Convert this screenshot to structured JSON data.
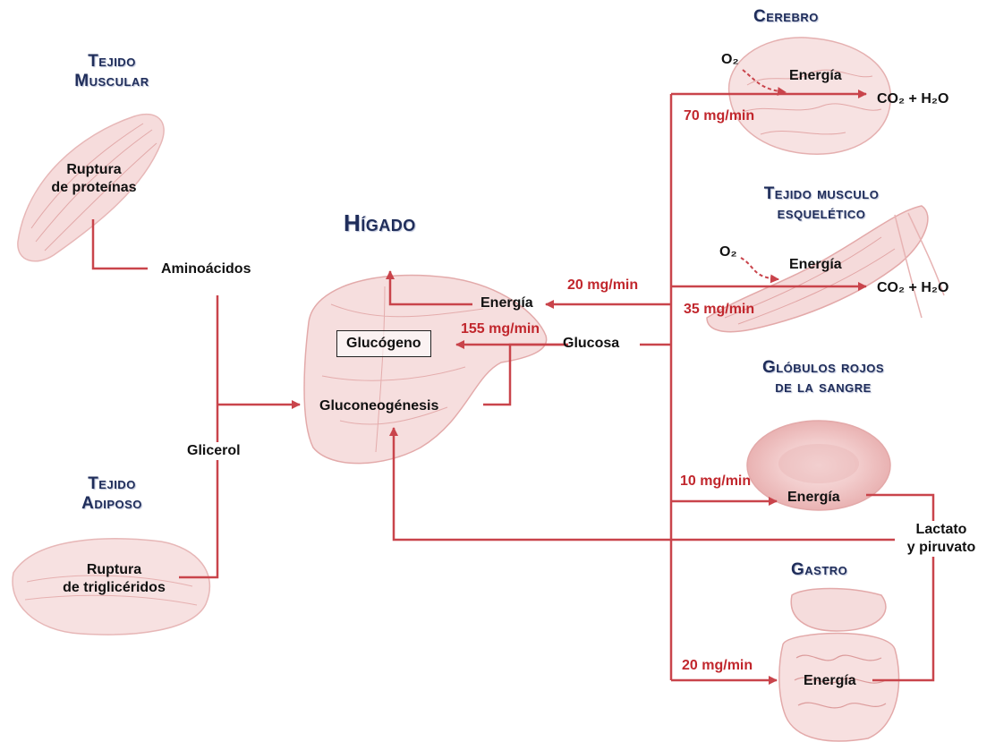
{
  "tissues": {
    "muscle": {
      "title_line1": "Tejido",
      "title_line2": "Muscular",
      "process_line1": "Ruptura",
      "process_line2": "de proteínas",
      "product": "Aminoácidos"
    },
    "adipose": {
      "title_line1": "Tejido",
      "title_line2": "Adiposo",
      "process_line1": "Ruptura",
      "process_line2": "de triglicéridos",
      "product": "Glicerol"
    }
  },
  "liver": {
    "title": "Hígado",
    "glycogen": "Glucógeno",
    "gluconeogenesis": "Gluconeogénesis",
    "energy": "Energía",
    "glucose": "Glucosa",
    "rate_glycogen": "155 mg/min",
    "rate_liver_energy": "20 mg/min"
  },
  "brain": {
    "title": "Cerebro",
    "o2": "O₂",
    "energy": "Energía",
    "products": "CO₂ + H₂O",
    "rate": "70 mg/min"
  },
  "skeletal_muscle": {
    "title_line1": "Tejido musculo",
    "title_line2": "esquelético",
    "o2": "O₂",
    "energy": "Energía",
    "products": "CO₂ + H₂O",
    "rate": "35 mg/min"
  },
  "red_blood_cells": {
    "title_line1": "Glóbulos rojos",
    "title_line2": "de la sangre",
    "energy": "Energía",
    "rate": "10 mg/min"
  },
  "gastro": {
    "title": "Gastro",
    "energy": "Energía",
    "rate": "20 mg/min"
  },
  "lactate": {
    "line1": "Lactato",
    "line2": "y piruvato"
  },
  "colors": {
    "arrow": "#c9444b",
    "title": "#1f2d5a",
    "rate_text": "#c1272d",
    "organ_fill": "#f6dcdc"
  }
}
